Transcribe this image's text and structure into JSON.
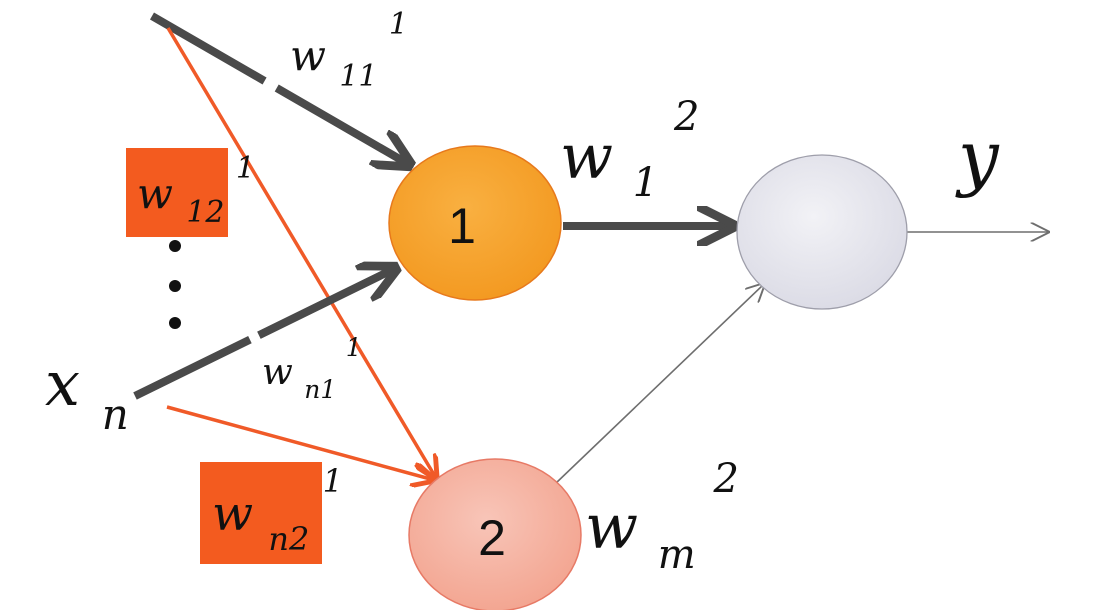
{
  "diagram": {
    "colors": {
      "dark_edge": "#4a4a4a",
      "orange_edge": "#f05a28",
      "thin_edge": "#6e6e6e",
      "hidden_node_1": "#f7a12b",
      "hidden_node_2": "#f6b3a2",
      "output_node": "#e6e6ee",
      "label_box": "#f35b1f"
    },
    "nodes": {
      "hidden_1": "1",
      "hidden_2": "2"
    },
    "labels": {
      "w11_base": "w",
      "w11_sub": "11",
      "w11_sup": "1",
      "w12_base": "w",
      "w12_sub": "12",
      "w12_sup": "1",
      "wn1_base": "w",
      "wn1_sub": "n1",
      "wn1_sup": "1",
      "wn2_base": "w",
      "wn2_sub": "n2",
      "wn2_sup": "1",
      "w1_base": "w",
      "w1_sub": "1",
      "w1_sup": "2",
      "wm_base": "w",
      "wm_sub": "m",
      "wm_sup": "2",
      "xn_base": "x",
      "xn_sub": "n",
      "y": "y"
    }
  }
}
